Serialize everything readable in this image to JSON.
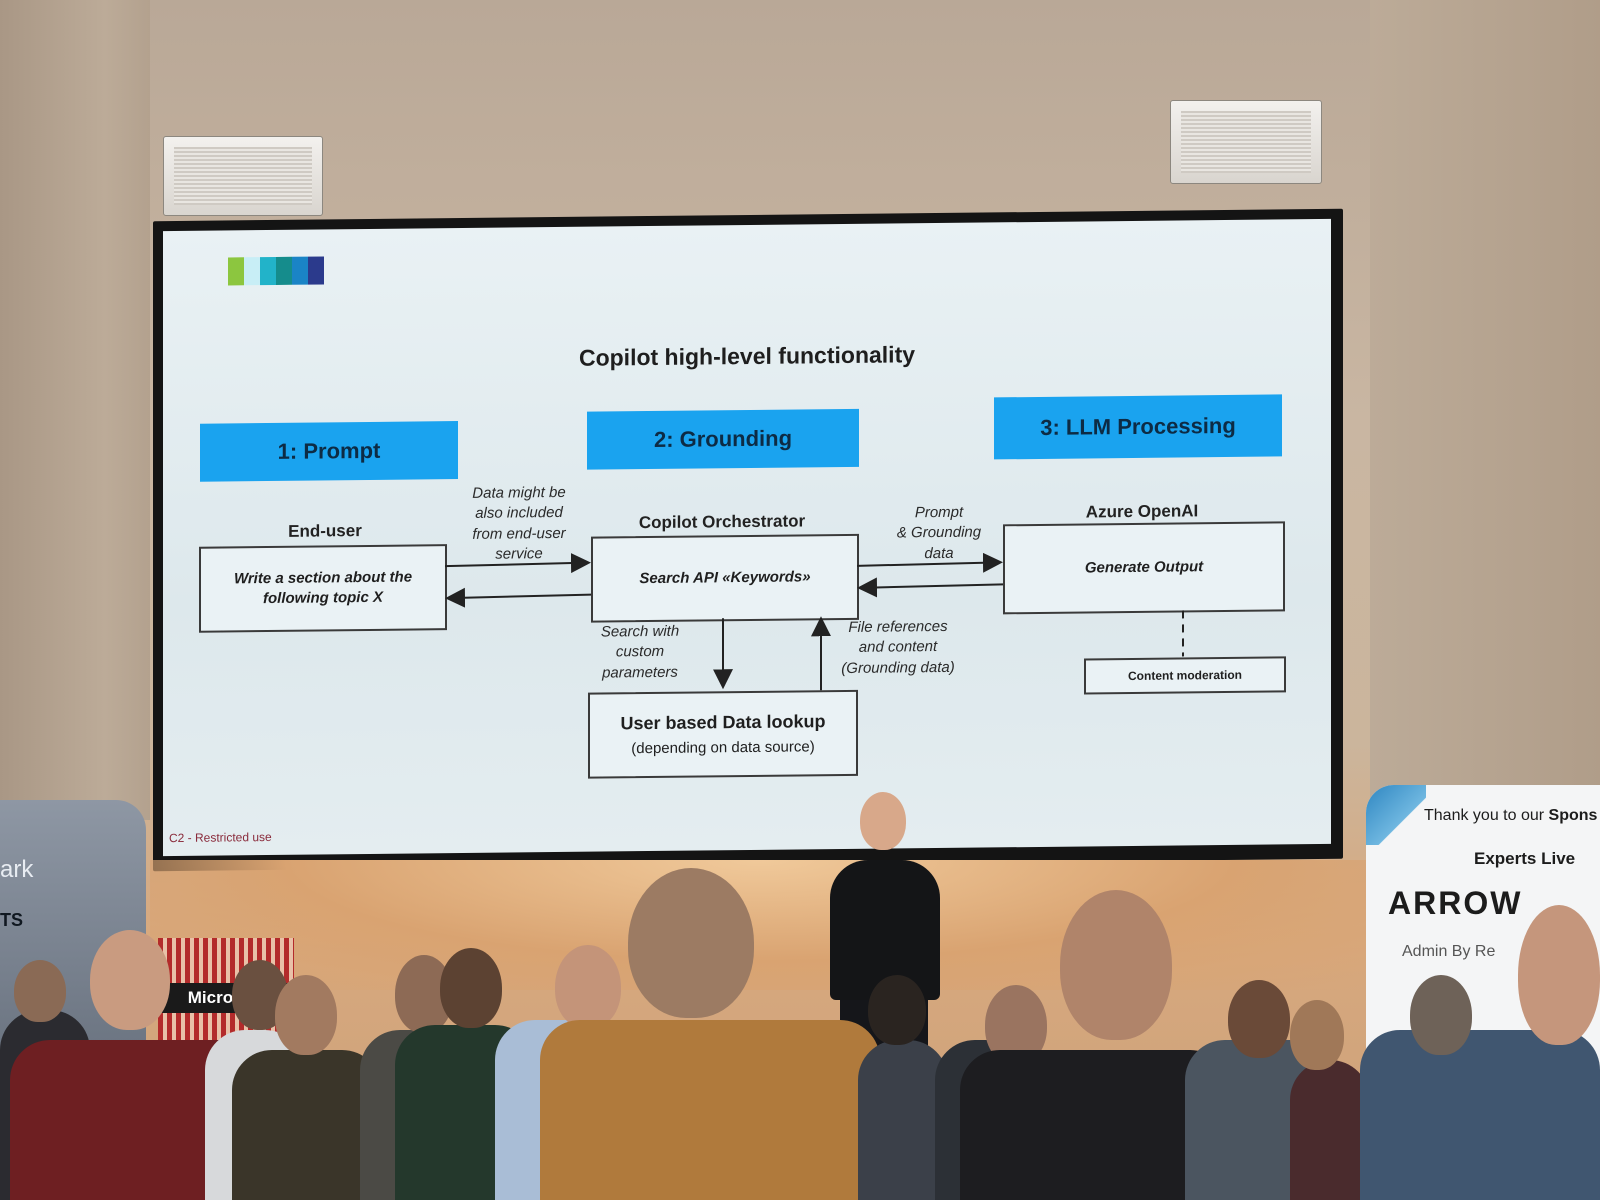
{
  "slide": {
    "title": "Copilot high-level functionality",
    "stages": [
      {
        "label": "1: Prompt"
      },
      {
        "label": "2: Grounding"
      },
      {
        "label": "3: LLM Processing"
      }
    ],
    "actors": {
      "end_user": "End-user",
      "orchestrator": "Copilot Orchestrator",
      "azure": "Azure OpenAI"
    },
    "boxes": {
      "prompt_line1": "Write a section about the",
      "prompt_line2": "following topic X",
      "search_api": "Search API «Keywords»",
      "generate": "Generate Output",
      "moderation": "Content moderation",
      "lookup_title": "User based Data lookup",
      "lookup_sub": "(depending on data source)"
    },
    "notes": {
      "data_included": [
        "Data might be",
        "also included",
        "from end-user",
        "service"
      ],
      "prompt_grounding": [
        "Prompt",
        "& Grounding",
        "data"
      ],
      "search_params": [
        "Search with",
        "custom",
        "parameters"
      ],
      "file_refs": [
        "File references",
        "and content",
        "(Grounding data)"
      ]
    },
    "footer": "C2 - Restricted use",
    "accent_color": "#1aa3ef",
    "logo_bar_colors": [
      "#8cc63f",
      "#c8eef6",
      "#22b3c9",
      "#158c8c",
      "#1a84c6",
      "#2b3a8c"
    ]
  },
  "venue": {
    "podium_sign": "Microsoft",
    "banner_left_line1": "ark",
    "banner_left_line2": "TS",
    "banner_right_thanks": "Thank you to our ",
    "banner_right_thanks_bold": "Spons",
    "sponsor_1": "Experts Live",
    "sponsor_2": "ARROW",
    "sponsor_3": "Admin By Re"
  }
}
